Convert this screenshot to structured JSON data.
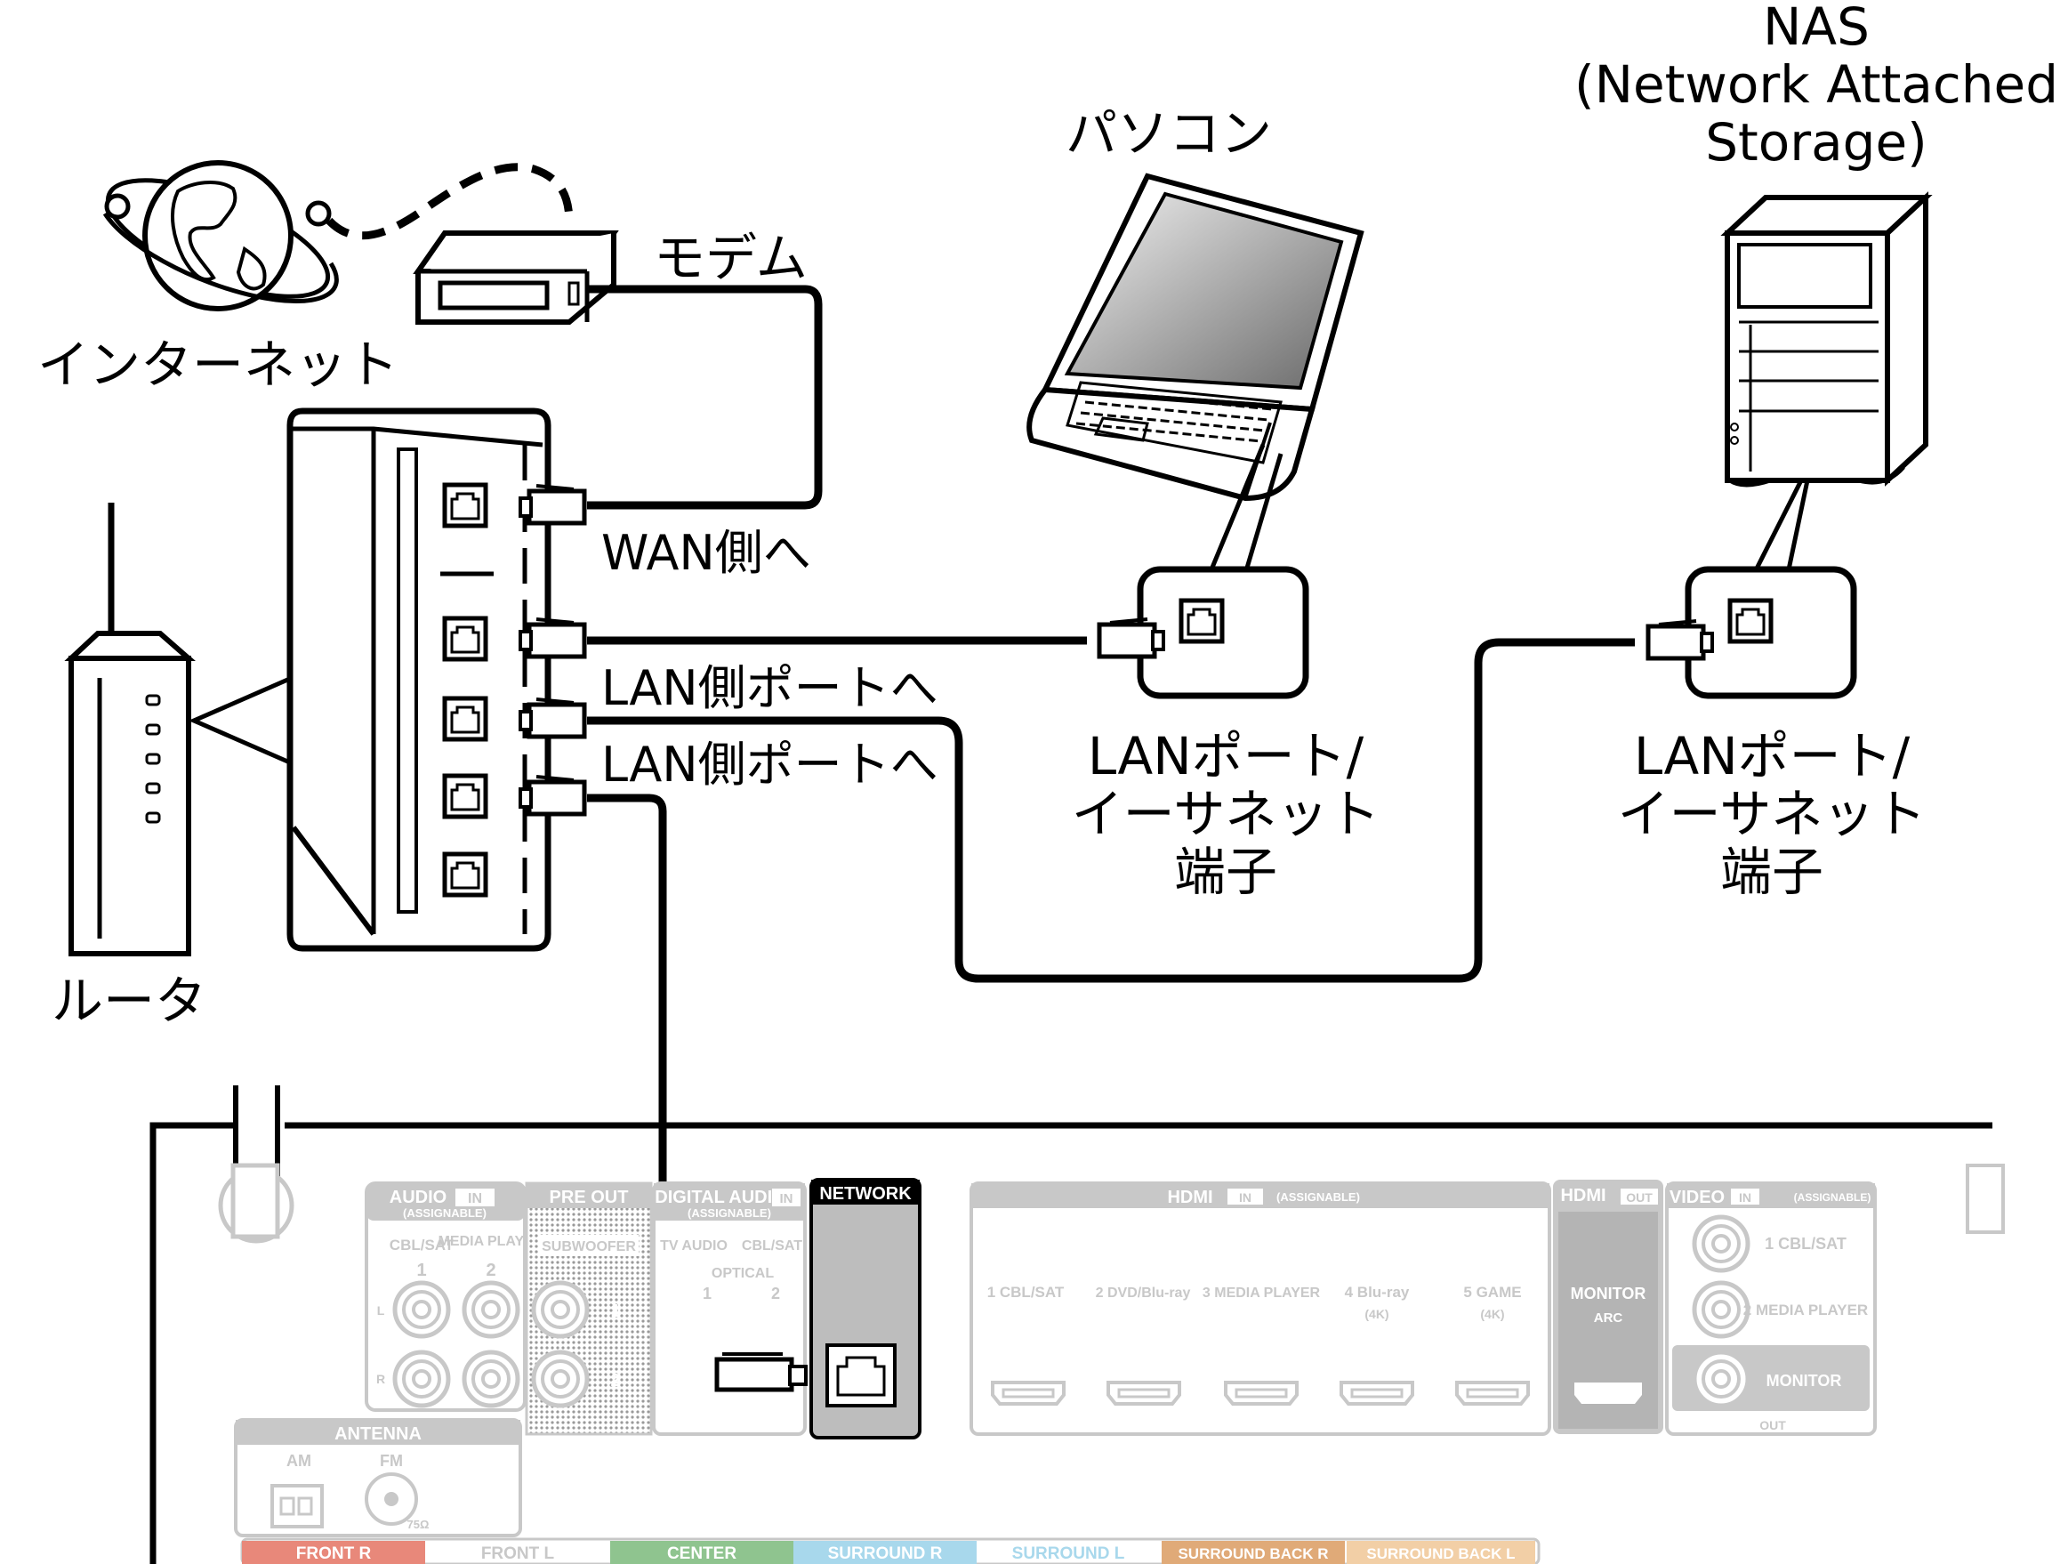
{
  "labels": {
    "internet": "インターネット",
    "modem": "モデム",
    "router": "ルータ",
    "pc": "パソコン",
    "nas_line1": "NAS",
    "nas_line2": "(Network Attached",
    "nas_line3": "Storage)",
    "to_wan": "WAN側へ",
    "to_lan_1": "LAN側ポートへ",
    "to_lan_2": "LAN側ポートへ",
    "pc_port_line1": "LANポート/",
    "pc_port_line2": "イーサネット",
    "pc_port_line3": "端子",
    "nas_port_line1": "LANポート/",
    "nas_port_line2": "イーサネット",
    "nas_port_line3": "端子"
  },
  "panel": {
    "audio_in": "AUDIO",
    "in_badge": "IN",
    "assignable": "(ASSIGNABLE)",
    "cbl_sat": "CBL/SAT",
    "media_player": "MEDIA PLAYER",
    "num1": "1",
    "num2": "2",
    "l_mark": "L",
    "r_mark": "R",
    "pre_out": "PRE OUT",
    "subwoofer": "SUBWOOFER",
    "digital_audio": "DIGITAL AUDIO",
    "tv_audio": "TV AUDIO",
    "optical": "OPTICAL",
    "network": "NETWORK",
    "hdmi": "HDMI",
    "out_badge": "OUT",
    "hdmi_in_1": "1 CBL/SAT",
    "hdmi_in_2": "2 DVD/Blu-ray",
    "hdmi_in_3": "3 MEDIA PLAYER",
    "hdmi_in_4": "4 Blu-ray",
    "hdmi_in_5": "5 GAME",
    "k4": "(4K)",
    "monitor_arc_1": "MONITOR",
    "monitor_arc_2": "ARC",
    "video": "VIDEO",
    "video_in_1": "1 CBL/SAT",
    "video_in_2": "2 MEDIA PLAYER",
    "monitor": "MONITOR",
    "antenna": "ANTENNA",
    "am": "AM",
    "fm": "FM",
    "ohm": "75Ω",
    "sp_front_r": "FRONT R",
    "sp_front_l": "FRONT L",
    "sp_center": "CENTER",
    "sp_surround_r": "SURROUND R",
    "sp_surround_l": "SURROUND L",
    "sp_surround_back_r": "SURROUND BACK R",
    "sp_surround_back_l": "SURROUND BACK L"
  },
  "colors": {
    "front": "#e8887a",
    "center": "#8fc48f",
    "surround": "#a8d8ec",
    "surround_back": "#e0aa78",
    "surround_back_l": "#f2cfa6",
    "panel_gray": "#c8c8c8",
    "network_block": "#bdbdbd"
  }
}
